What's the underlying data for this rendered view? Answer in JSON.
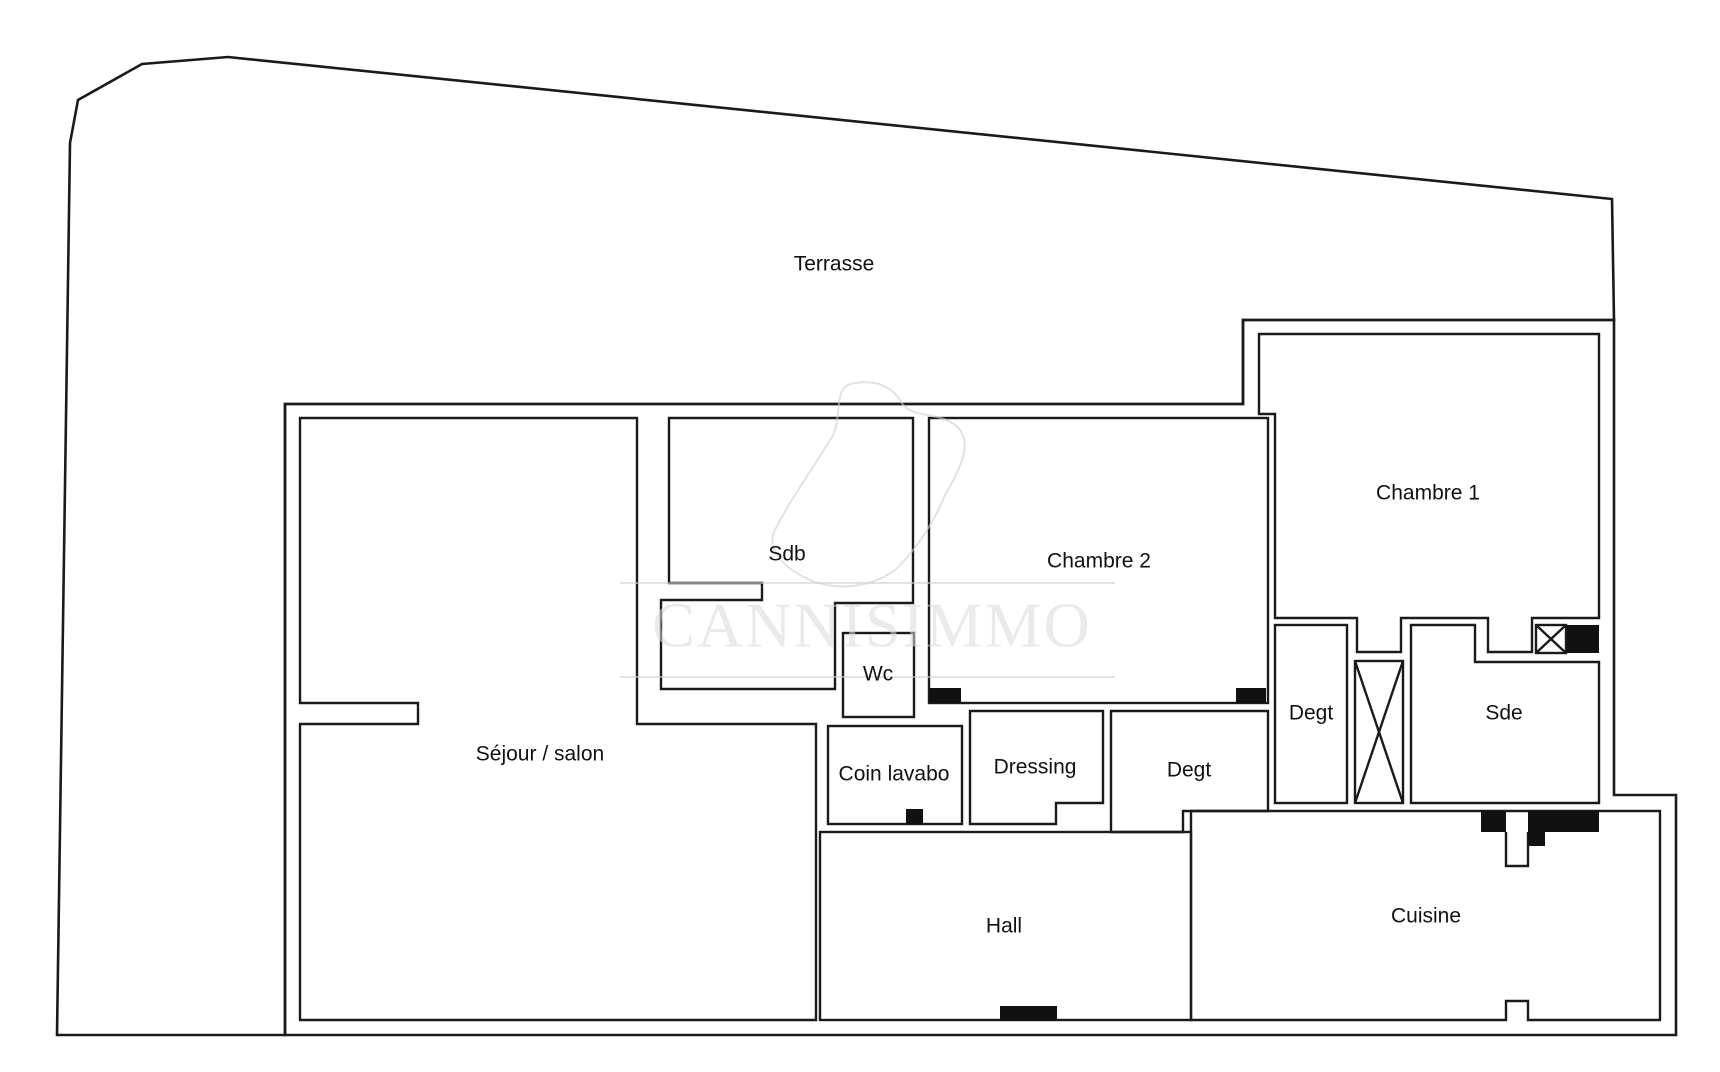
{
  "rooms": {
    "terrasse": "Terrasse",
    "sejour": "Séjour / salon",
    "sdb": "Sdb",
    "wc": "Wc",
    "chambre2": "Chambre 2",
    "chambre1": "Chambre 1",
    "degt_left": "Degt",
    "degt_right": "Degt",
    "sde": "Sde",
    "coin_lavabo": "Coin lavabo",
    "dressing": "Dressing",
    "hall": "Hall",
    "cuisine": "Cuisine"
  },
  "watermark": {
    "brand": "CANNISIMMO"
  }
}
